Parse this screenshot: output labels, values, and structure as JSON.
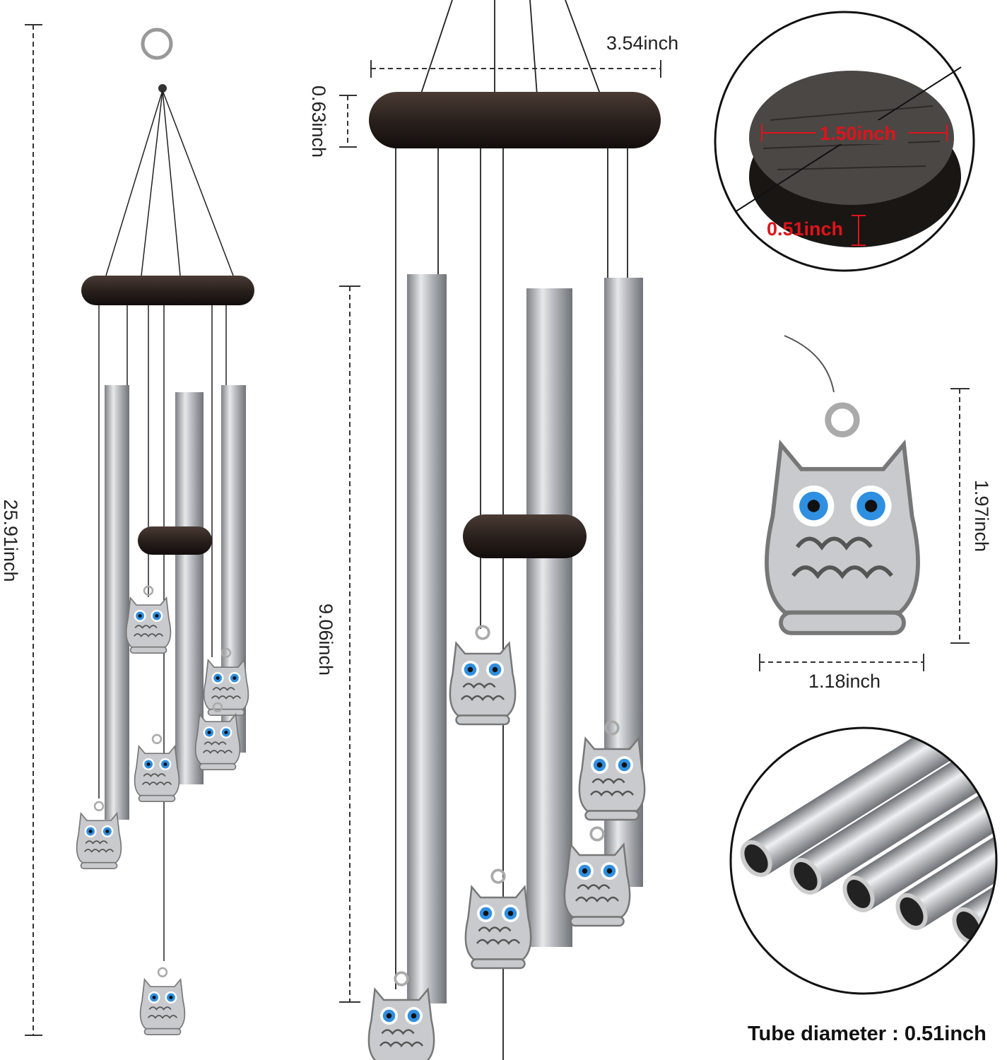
{
  "dimensions": {
    "overall_length": "25.91inch",
    "top_ring_diameter": "3.54inch",
    "top_ring_height": "0.63inch",
    "longest_tube_length": "9.06inch",
    "disc_diameter": "1.50inch",
    "disc_thickness": "0.51inch",
    "owl_height": "1.97inch",
    "owl_width": "1.18inch",
    "tube_diameter_caption": "Tube diameter : 0.51inch"
  },
  "colors": {
    "wood": "#2a211d",
    "tube": "#b9bcc0",
    "measure_red": "#e0131a",
    "owl_eye": "#2f8fe0"
  }
}
